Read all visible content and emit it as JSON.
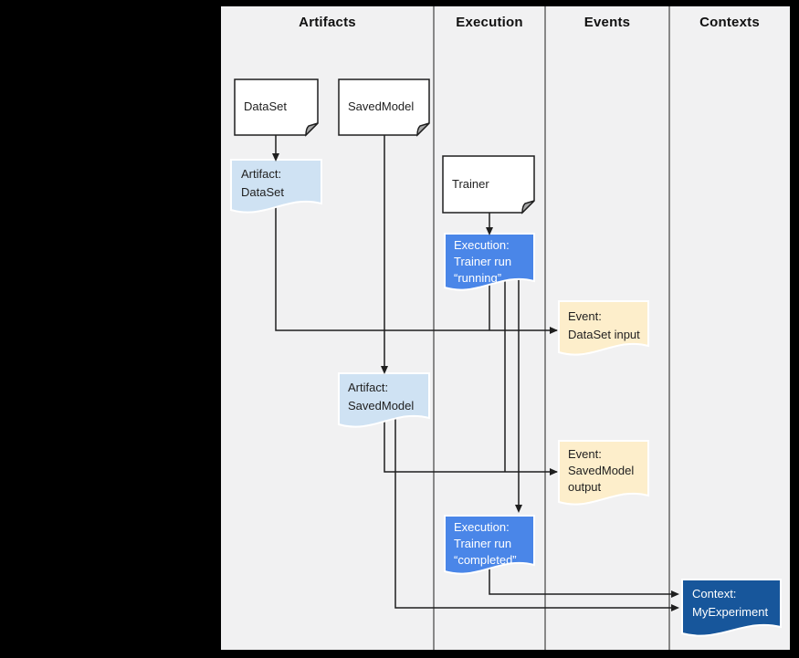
{
  "columns": [
    {
      "label": "Artifacts"
    },
    {
      "label": "Execution"
    },
    {
      "label": "Events"
    },
    {
      "label": "Contexts"
    }
  ],
  "nodes": {
    "dataset": {
      "label": "DataSet",
      "kind": "source-card"
    },
    "savedmodel": {
      "label": "SavedModel",
      "kind": "source-card"
    },
    "trainer": {
      "label": "Trainer",
      "kind": "source-card"
    },
    "artifact_dataset": {
      "label": "Artifact:\nDataSet",
      "kind": "artifact"
    },
    "execution_running": {
      "label": "Execution:\nTrainer run\n“running”",
      "kind": "execution"
    },
    "event_dataset_input": {
      "label": "Event:\nDataSet input",
      "kind": "event"
    },
    "artifact_savedmodel": {
      "label": "Artifact:\nSavedModel",
      "kind": "artifact"
    },
    "event_savedmodel_output": {
      "label": "Event:\nSavedModel\noutput",
      "kind": "event"
    },
    "execution_completed": {
      "label": "Execution:\nTrainer run\n“completed”",
      "kind": "execution"
    },
    "context_myexperiment": {
      "label": "Context:\nMyExperiment",
      "kind": "context"
    }
  },
  "edges": [
    {
      "from": "dataset",
      "to": "artifact_dataset"
    },
    {
      "from": "trainer",
      "to": "execution_running"
    },
    {
      "from": "savedmodel",
      "to": "artifact_savedmodel"
    },
    {
      "from": "artifact_dataset",
      "to": "event_dataset_input"
    },
    {
      "from": "execution_running",
      "to": "event_dataset_input"
    },
    {
      "from": "artifact_savedmodel",
      "to": "event_savedmodel_output"
    },
    {
      "from": "execution_running",
      "to": "event_savedmodel_output"
    },
    {
      "from": "execution_running",
      "to": "execution_completed"
    },
    {
      "from": "execution_completed",
      "to": "context_myexperiment"
    },
    {
      "from": "artifact_savedmodel",
      "to": "context_myexperiment"
    }
  ],
  "colors": {
    "page_background": "#000000",
    "panel_background": "#f1f1f2",
    "source_fill": "#ffffff",
    "source_fold_fill": "#a8a8a8",
    "artifact_fill": "#cfe2f3",
    "execution_fill": "#4a86e8",
    "event_fill": "#fdeecb",
    "context_fill": "#17569b",
    "line_color": "#1f1f1f"
  }
}
